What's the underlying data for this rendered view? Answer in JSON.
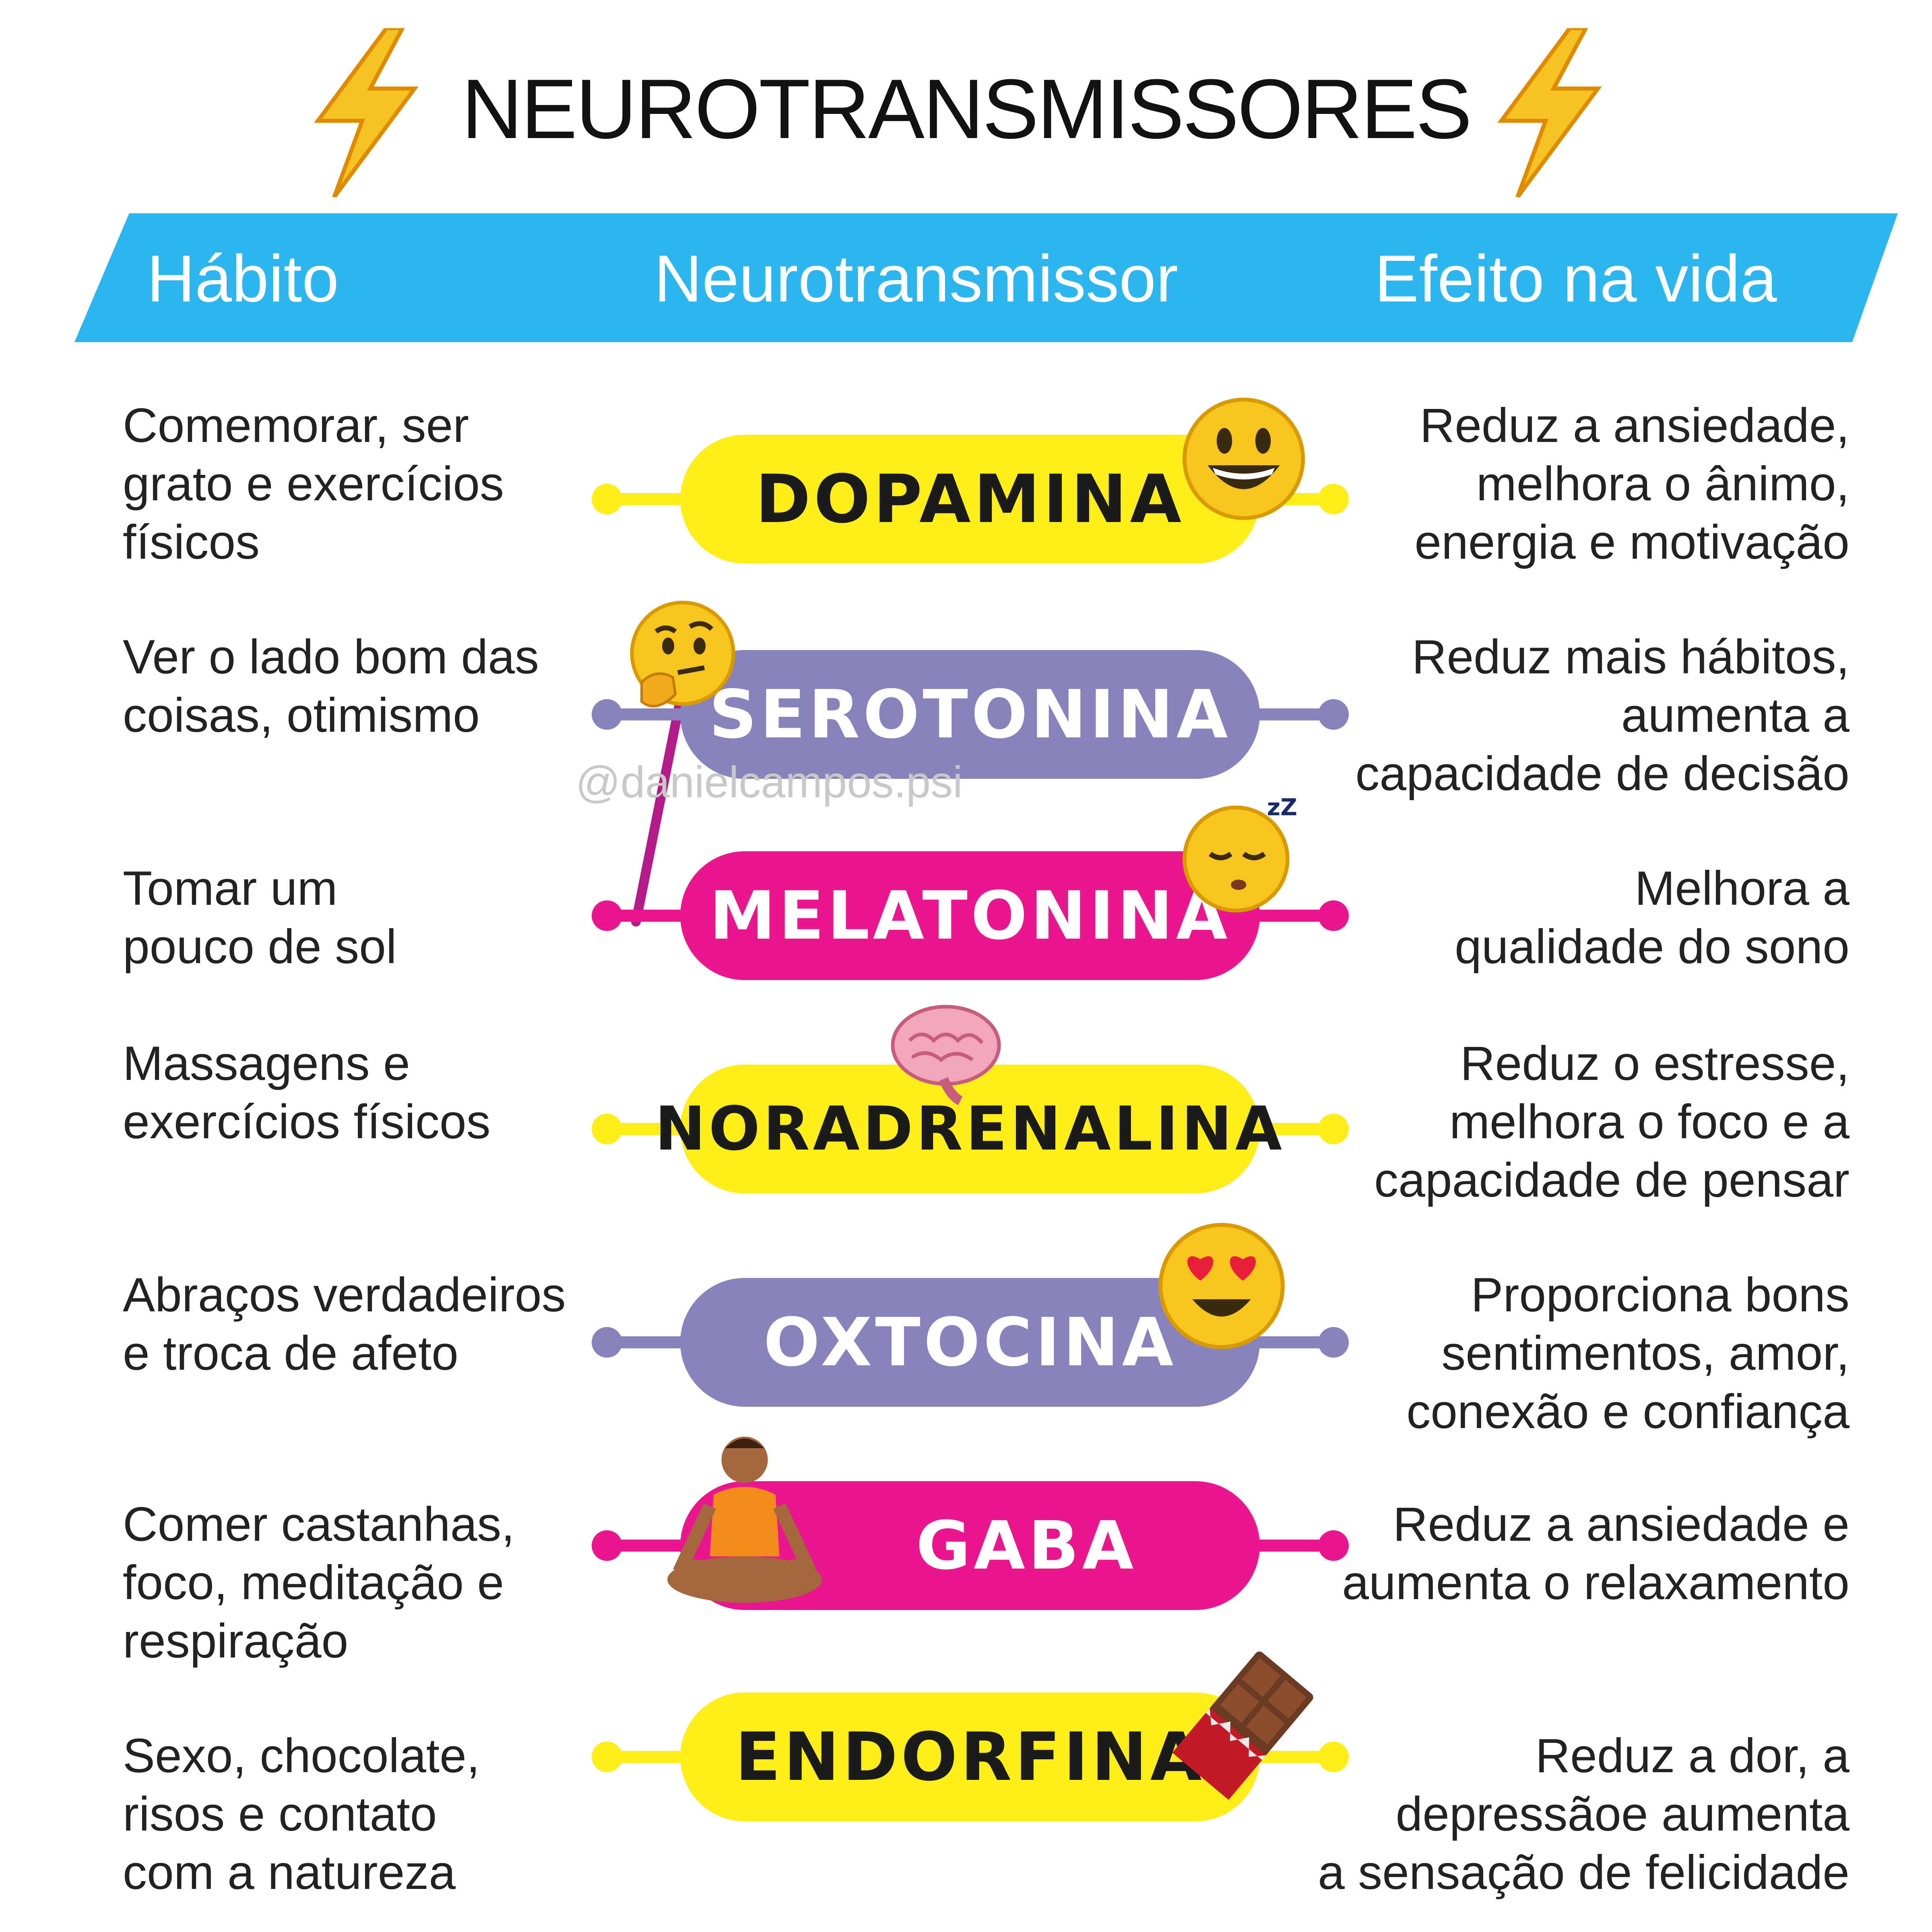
{
  "title": "NEUROTRANSMISSORES",
  "header": {
    "col_habit": "Hábito",
    "col_neuro": "Neurotransmissor",
    "col_effect": "Efeito na vida",
    "band_color": "#2cb5ee"
  },
  "watermark": "@danielcampos.psi",
  "rows": [
    {
      "habit": [
        "Comemorar, ser",
        "grato e exercícios",
        "físicos"
      ],
      "name": "DOPAMINA",
      "color": "yellow",
      "icon": "grinning-face-icon",
      "effect": [
        "Reduz a ansiedade,",
        "melhora o ânimo,",
        "energia e motivação"
      ]
    },
    {
      "habit": [
        "Ver o lado bom das",
        "coisas, otimismo"
      ],
      "name": "SEROTONINA",
      "color": "purple",
      "icon": "thinking-face-icon",
      "effect": [
        "Reduz mais hábitos,",
        "aumenta a",
        "capacidade de decisão"
      ]
    },
    {
      "habit": [
        "Tomar um",
        "pouco de sol"
      ],
      "name": "MELATONINA",
      "color": "pink",
      "icon": "sleeping-face-icon",
      "effect": [
        "Melhora a",
        "qualidade do sono"
      ]
    },
    {
      "habit": [
        "Massagens e",
        "exercícios físicos"
      ],
      "name": "NORADRENALINA",
      "color": "yellow",
      "icon": "brain-icon",
      "effect": [
        "Reduz o estresse,",
        "melhora o foco e a",
        "capacidade de pensar"
      ]
    },
    {
      "habit": [
        "Abraços verdadeiros",
        "e troca de afeto"
      ],
      "name": "OXTOCINA",
      "color": "purple",
      "icon": "heart-eyes-face-icon",
      "effect": [
        "Proporciona bons",
        "sentimentos, amor,",
        "conexão e confiança"
      ]
    },
    {
      "habit": [
        "Comer castanhas,",
        "foco, meditação e",
        "respiração"
      ],
      "name": "GABA",
      "color": "pink",
      "icon": "meditating-person-icon",
      "effect": [
        "Reduz a ansiedade e",
        "aumenta o relaxamento"
      ]
    },
    {
      "habit": [
        "Sexo, chocolate,",
        "risos e contato",
        "com a natureza"
      ],
      "name": "ENDORFINA",
      "color": "yellow",
      "icon": "chocolate-bar-icon",
      "effect": [
        "Reduz a dor, a",
        "depressãoe aumenta",
        "a sensação de felicidade"
      ]
    }
  ],
  "colors": {
    "yellow": "#ffee1a",
    "purple": "#8983bd",
    "pink": "#e9168e",
    "bolt": "#f5b400"
  }
}
